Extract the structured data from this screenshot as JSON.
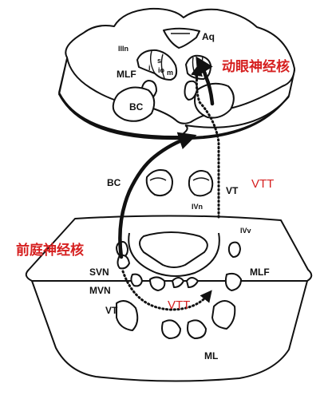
{
  "labels": {
    "aq": "Aq",
    "iiin": "IIIn",
    "s": "s",
    "i": "i",
    "io": "io",
    "m": "m",
    "mlf_upper": "MLF",
    "bc_upper": "BC",
    "bc_mid": "BC",
    "vt_mid": "VT",
    "ivn": "IVn",
    "ivv": "IVv",
    "svn": "SVN",
    "mvn": "MVN",
    "mlf_lower": "MLF",
    "vt_lower": "VT",
    "ml": "ML"
  },
  "annotations": {
    "oculomotor_nucleus": "动眼神经核",
    "vestibular_nucleus": "前庭神经核",
    "vtt_upper": "VTT",
    "vtt_lower": "VTT"
  },
  "colors": {
    "annotation": "#d62020",
    "line": "#111111",
    "background": "#ffffff"
  }
}
